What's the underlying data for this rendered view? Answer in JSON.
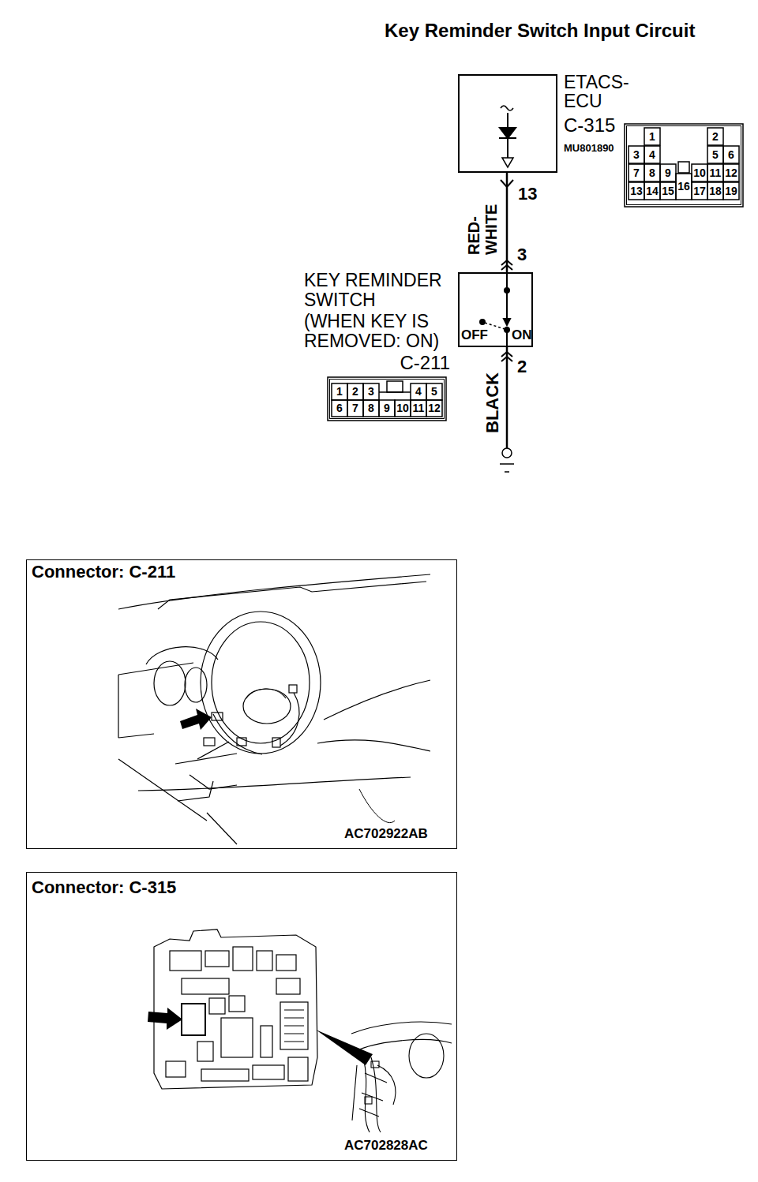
{
  "diagram": {
    "title": "Key Reminder Switch Input Circuit",
    "nodes": [
      {
        "text": [
          "ETACS- ECU",
          "C-315",
          "MU801890"
        ]
      },
      {
        "text": [
          "KEY REMINDER SWITCH",
          "(WHEN KEY IS REMOVED: ON)",
          "C-211",
          "OFF",
          "ON"
        ]
      },
      {
        "text": [
          "Connector: C-211",
          "AC702922AB"
        ]
      },
      {
        "text": [
          "Connector: C-315",
          "AC702828AC"
        ]
      }
    ],
    "edges": [
      {
        "from": 0,
        "to": 1,
        "arrow": "none",
        "label": "RED- WHITE"
      }
    ],
    "labels": [
      "13",
      "3",
      "2",
      "BLACK",
      "1",
      "2",
      "3",
      "4",
      "5",
      "6",
      "7",
      "8",
      "9",
      "10",
      "11",
      "12",
      "13",
      "14",
      "15",
      "16",
      "17",
      "18",
      "19",
      "1",
      "2",
      "3",
      "4",
      "5",
      "6",
      "7",
      "8",
      "9",
      "10",
      "11",
      "12"
    ]
  }
}
